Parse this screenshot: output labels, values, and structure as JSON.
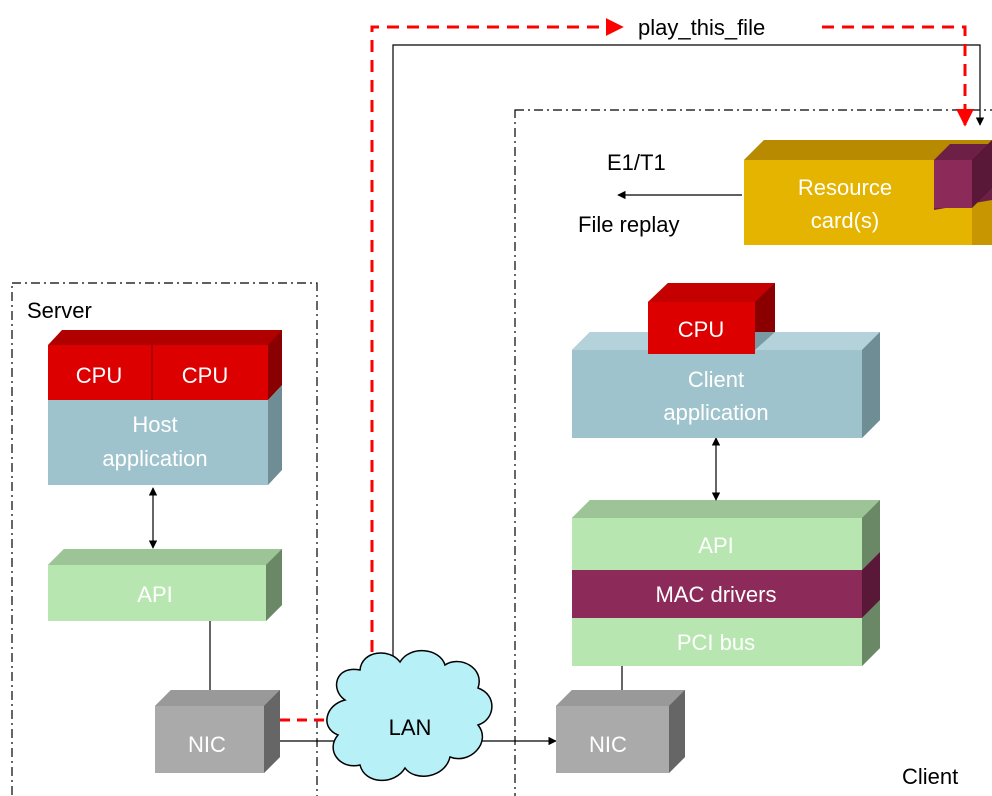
{
  "top_message": "play_this_file",
  "server": {
    "title": "Server",
    "cpus": [
      "CPU",
      "CPU"
    ],
    "host_app": [
      "Host",
      "application"
    ],
    "api": "API",
    "nic": "NIC"
  },
  "lan": "LAN",
  "client": {
    "title": "Client",
    "trunk_label": "E1/T1",
    "replay_label": "File replay",
    "resource_card": [
      "Resource",
      "card(s)"
    ],
    "cpu": "CPU",
    "client_app": [
      "Client",
      "application"
    ],
    "stack": {
      "api": "API",
      "mac": "MAC drivers",
      "pci": "PCI bus"
    },
    "nic": "NIC"
  },
  "colors": {
    "red_dashed": "#ff0000",
    "cpu_red": "#dd0000",
    "host_teal": "#9fc3cc",
    "api_green": "#b8e6b0",
    "nic_gray": "#aaaaaa",
    "resource_gold": "#e0b000",
    "mac_purple": "#8c2a5a",
    "lan_cloud": "#b8f0f8"
  }
}
